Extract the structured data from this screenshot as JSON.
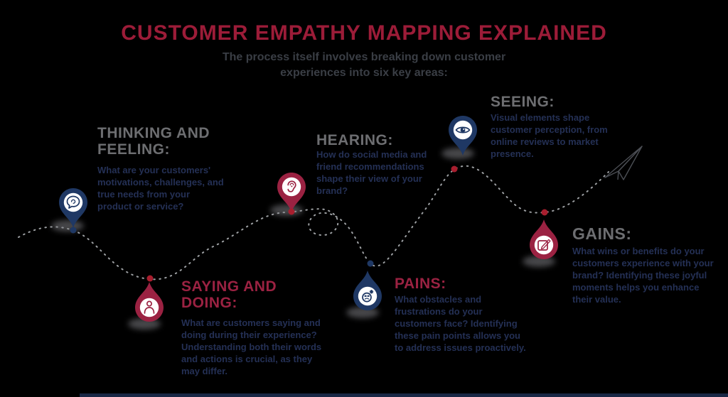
{
  "title": "CUSTOMER EMPATHY MAPPING EXPLAINED",
  "subtitle": {
    "line1": "The process itself involves breaking down customer",
    "line2": "experiences into six key areas:"
  },
  "colors": {
    "background": "#000000",
    "title": "#9c1c38",
    "navy_pin": "#1f3864",
    "maroon_pin": "#9b2242",
    "heading_gray": "#6d6e71",
    "heading_maroon": "#9b2242",
    "body_text": "#243055",
    "path_gray": "#b9bcc0",
    "dot_red": "#a81e2e",
    "dot_navy": "#1f3864"
  },
  "sections": [
    {
      "name": "thinking-and-feeling",
      "heading": "THINKING AND FEELING:",
      "body": "What are your customers' motivations, challenges, and true needs from your product or service?",
      "icon": "speech-bubble-icon",
      "pin_color": "navy"
    },
    {
      "name": "saying-and-doing",
      "heading": "SAYING AND DOING:",
      "body": "What are customers saying and doing during their experience? Understanding both their words and actions is crucial, as they may differ.",
      "icon": "person-icon",
      "pin_color": "maroon"
    },
    {
      "name": "hearing",
      "heading": "HEARING:",
      "body": "How do social media and friend recommendations shape their view of your brand?",
      "icon": "ear-icon",
      "pin_color": "maroon"
    },
    {
      "name": "pains",
      "heading": "PAINS:",
      "body": "What obstacles and frustrations do your customers face? Identifying these pain points allows you to address issues proactively.",
      "icon": "stressed-face-icon",
      "pin_color": "navy"
    },
    {
      "name": "seeing",
      "heading": "SEEING:",
      "body": "Visual elements shape customer perception, from online reviews to market presence.",
      "icon": "eye-icon",
      "pin_color": "navy"
    },
    {
      "name": "gains",
      "heading": "GAINS:",
      "body": "What wins or benefits do your customers experience with your brand? Identifying these joyful moments helps you enhance their value.",
      "icon": "pen-icon",
      "pin_color": "maroon"
    }
  ]
}
